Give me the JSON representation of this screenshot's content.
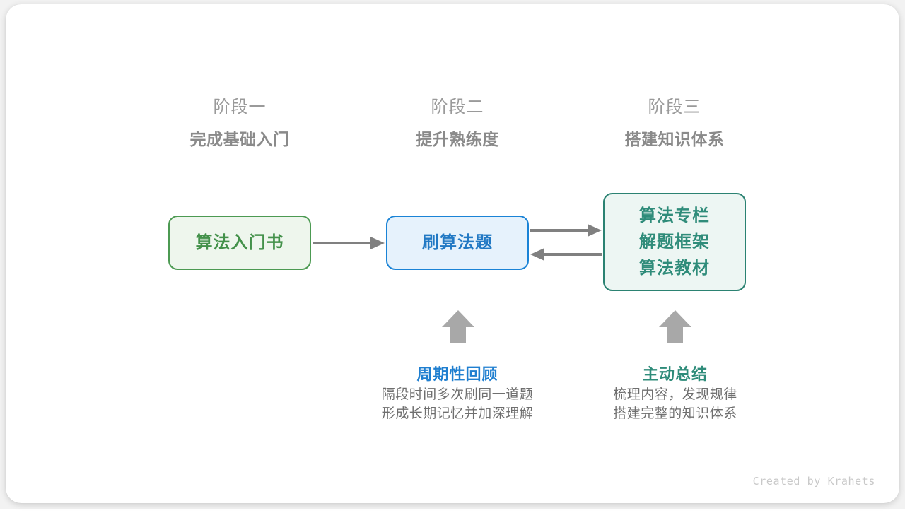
{
  "diagram": {
    "credit": "Created by Krahets",
    "colors": {
      "green": "#43914a",
      "blue": "#2279c4",
      "teal": "#2f8c7a",
      "arrow_gray": "#808080",
      "block_arrow_gray": "#a8a8a8",
      "header_gray": "#9a9a9a",
      "body_gray": "#6f6f6f"
    },
    "stages": [
      {
        "kicker": "阶段一",
        "title": "完成基础入门"
      },
      {
        "kicker": "阶段二",
        "title": "提升熟练度"
      },
      {
        "kicker": "阶段三",
        "title": "搭建知识体系"
      }
    ],
    "boxes": {
      "book": {
        "lines": [
          "算法入门书"
        ]
      },
      "practice": {
        "lines": [
          "刷算法题"
        ]
      },
      "resources": {
        "lines": [
          "算法专栏",
          "解题框架",
          "算法教材"
        ]
      }
    },
    "notes": [
      {
        "title": "周期性回顾",
        "body_line_1": "隔段时间多次刷同一道题",
        "body_line_2": "形成长期记忆并加深理解"
      },
      {
        "title": "主动总结",
        "body_line_1": "梳理内容，发现规律",
        "body_line_2": "搭建完整的知识体系"
      }
    ],
    "arrows": [
      {
        "name": "book-to-practice",
        "direction": "right"
      },
      {
        "name": "practice-to-resources",
        "direction": "right"
      },
      {
        "name": "resources-to-practice",
        "direction": "left"
      },
      {
        "name": "review-up",
        "direction": "up"
      },
      {
        "name": "summary-up",
        "direction": "up"
      }
    ]
  }
}
